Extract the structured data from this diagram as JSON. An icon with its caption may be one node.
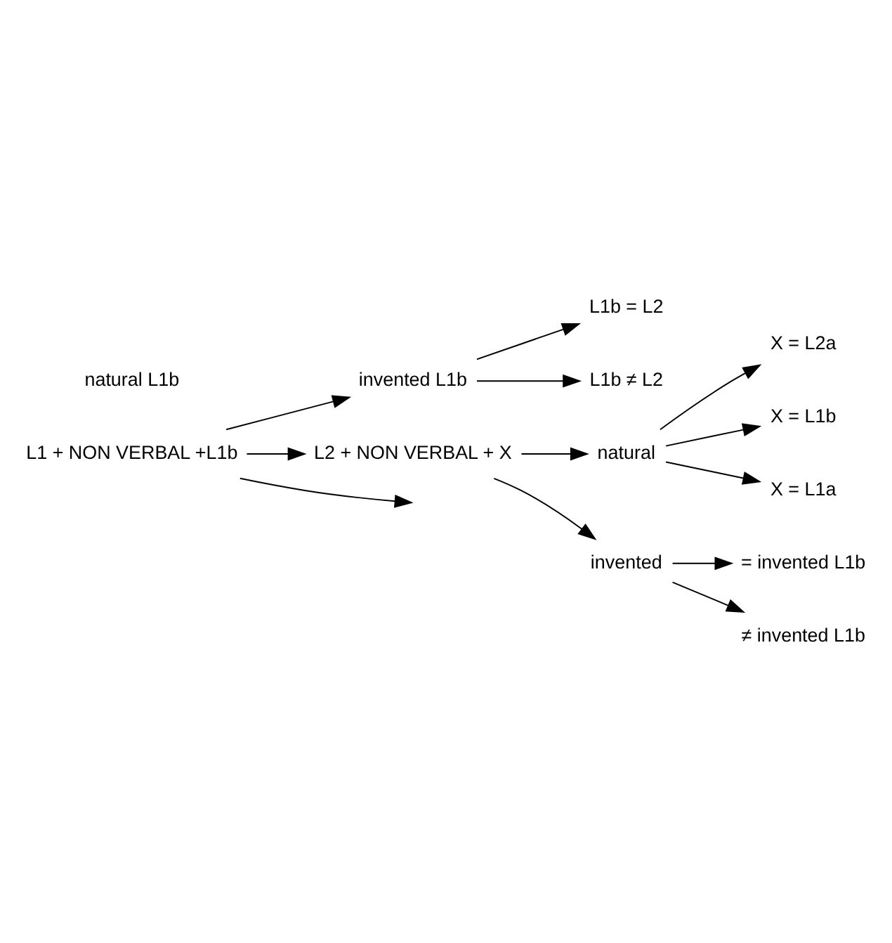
{
  "diagram": {
    "nodes": [
      {
        "text": [
          "L1 + NON VERBAL +L1b"
        ]
      },
      {
        "text": [
          "invented L1b"
        ]
      },
      {
        "text": [
          "natural L1b"
        ]
      },
      {
        "text": [
          "L1b = L2"
        ]
      },
      {
        "text": [
          "L1b ≠ L2"
        ]
      },
      {
        "text": [
          "L2 + NON VERBAL + X"
        ]
      },
      {
        "text": [
          "natural"
        ]
      },
      {
        "text": [
          "invented"
        ]
      },
      {
        "text": [
          "X = L2a"
        ]
      },
      {
        "text": [
          "X = L1b"
        ]
      },
      {
        "text": [
          "X = L1a"
        ]
      },
      {
        "text": [
          "= invented L1b"
        ]
      },
      {
        "text": [
          "≠ invented L1b"
        ]
      }
    ],
    "edges": [
      {
        "from": 0,
        "to": null,
        "arrow": "to"
      },
      {
        "from": 0,
        "to": 1,
        "arrow": "to"
      },
      {
        "from": 1,
        "to": 3,
        "arrow": "to"
      },
      {
        "from": 1,
        "to": 4,
        "arrow": "to"
      },
      {
        "from": 0,
        "to": 5,
        "arrow": "to"
      },
      {
        "from": 5,
        "to": 6,
        "arrow": "to"
      },
      {
        "from": 5,
        "to": 7,
        "arrow": "to"
      },
      {
        "from": 6,
        "to": 8,
        "arrow": "to"
      },
      {
        "from": 6,
        "to": 9,
        "arrow": "to"
      },
      {
        "from": 6,
        "to": 10,
        "arrow": "to"
      },
      {
        "from": 7,
        "to": 11,
        "arrow": "to"
      },
      {
        "from": 7,
        "to": 12,
        "arrow": "to"
      }
    ]
  }
}
